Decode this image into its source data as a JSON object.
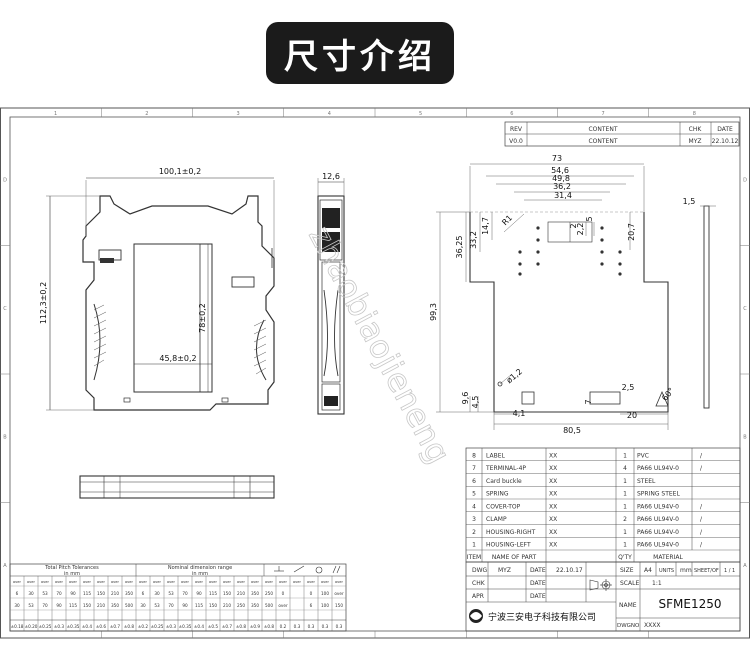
{
  "header": {
    "title": "尺寸介绍"
  },
  "revision": {
    "headers": [
      "REV",
      "CONTENT",
      "CHK",
      "DATE"
    ],
    "row": [
      "V0.0",
      "CONTENT",
      "MYZ",
      "22.10.12"
    ]
  },
  "dims_front": {
    "width": "100,1±0,2",
    "height": "112,3±0,2",
    "inner_h": "78±0,2",
    "inner_w": "45,8±0,2"
  },
  "dims_side": {
    "thickness": "12,6"
  },
  "dims_plate": {
    "w73": "73",
    "w546": "54,6",
    "w498": "49,8",
    "w362": "36,2",
    "w314": "31,4",
    "d147": "14,7",
    "d332": "33,2",
    "d3625": "36,25",
    "r1": "R1",
    "d22": "2,2",
    "d2": "2",
    "d5": "5",
    "d207": "20,7",
    "h993": "99,3",
    "r12": "ø1,2",
    "d96": "9,6",
    "d45": "4,5",
    "d41": "4,1",
    "d7": "7",
    "d25": "2,5",
    "d20": "20",
    "d805": "80,5",
    "d15": "1,5",
    "a60": "60°"
  },
  "bom": [
    {
      "item": "8",
      "name": "LABEL",
      "mat_code": "XX",
      "qty": "1",
      "material": "PVC",
      "extra": "/"
    },
    {
      "item": "7",
      "name": "TERMINAL-4P",
      "mat_code": "XX",
      "qty": "4",
      "material": "PA66 UL94V-0",
      "extra": "/"
    },
    {
      "item": "6",
      "name": "Card buckle",
      "mat_code": "XX",
      "qty": "1",
      "material": "STEEL",
      "extra": ""
    },
    {
      "item": "5",
      "name": "SPRING",
      "mat_code": "XX",
      "qty": "1",
      "material": "SPRING STEEL",
      "extra": ""
    },
    {
      "item": "4",
      "name": "COVER-TOP",
      "mat_code": "XX",
      "qty": "1",
      "material": "PA66 UL94V-0",
      "extra": "/"
    },
    {
      "item": "3",
      "name": "CLAMP",
      "mat_code": "XX",
      "qty": "2",
      "material": "PA66 UL94V-0",
      "extra": "/"
    },
    {
      "item": "2",
      "name": "HOUSING-RIGHT",
      "mat_code": "XX",
      "qty": "1",
      "material": "PA66 UL94V-0",
      "extra": "/"
    },
    {
      "item": "1",
      "name": "HOUSING-LEFT",
      "mat_code": "XX",
      "qty": "1",
      "material": "PA66 UL94V-0",
      "extra": "/"
    }
  ],
  "bom_header": {
    "item": "ITEM",
    "name": "NAME OF PART",
    "qty": "Q'TY",
    "material": "MATERIAL"
  },
  "title_block": {
    "dwg": "DWG",
    "dwg_by": "MYZ",
    "date_label": "DATE",
    "date_val": "22.10.17",
    "size_label": "SIZE",
    "size_val": "A4",
    "units_label": "UNITS",
    "units_val": "mm",
    "sheet_label": "SHEET/OF",
    "sheet_val": "1 / 1",
    "chk": "CHK",
    "apr": "APR",
    "scale_label": "SCALE",
    "scale_val": "1:1",
    "company": "宁波三安电子科技有限公司",
    "name_label": "NAME",
    "name_val": "SFME1250",
    "dwgno_label": "DWGNO",
    "dwgno_val": "XXXX"
  },
  "tolerance": {
    "title1": "Total Pitch Tolerances",
    "title2": "Nominal dimension range",
    "unit": "in mm",
    "row_over": [
      "over",
      "over",
      "over",
      "over",
      "over",
      "over",
      "over",
      "over",
      "over",
      "over",
      "over",
      "over",
      "over",
      "over",
      "over",
      "over",
      "over",
      "over",
      "over",
      "over",
      "over",
      "over",
      "over",
      "over"
    ],
    "row_from": [
      "6",
      "30",
      "53",
      "70",
      "90",
      "115",
      "150",
      "210",
      "350",
      "6",
      "30",
      "53",
      "70",
      "90",
      "115",
      "150",
      "210",
      "350",
      "250",
      "0",
      "",
      "0",
      "100",
      "over"
    ],
    "row_to": [
      "30",
      "53",
      "70",
      "90",
      "115",
      "150",
      "210",
      "350",
      "500",
      "30",
      "53",
      "70",
      "90",
      "115",
      "150",
      "210",
      "250",
      "350",
      "500",
      "over",
      "",
      "6",
      "100",
      "150"
    ],
    "row_tol": [
      "±0.18",
      "±0.20",
      "±0.25",
      "±0.3",
      "±0.35",
      "±0.4",
      "±0.6",
      "±0.7",
      "±0.8",
      "±0.2",
      "±0.25",
      "±0.3",
      "±0.35",
      "±0.4",
      "±0.5",
      "±0.7",
      "±0.8",
      "±0.9",
      "±0.8",
      "0.2",
      "0.3",
      "0.3",
      "0.3",
      "0.3"
    ]
  },
  "border_cols": [
    "1",
    "2",
    "3",
    "4",
    "5",
    "6",
    "7",
    "8"
  ],
  "border_rows": [
    "A",
    "B",
    "C",
    "D"
  ],
  "watermark": "zhaobiaojieneng"
}
